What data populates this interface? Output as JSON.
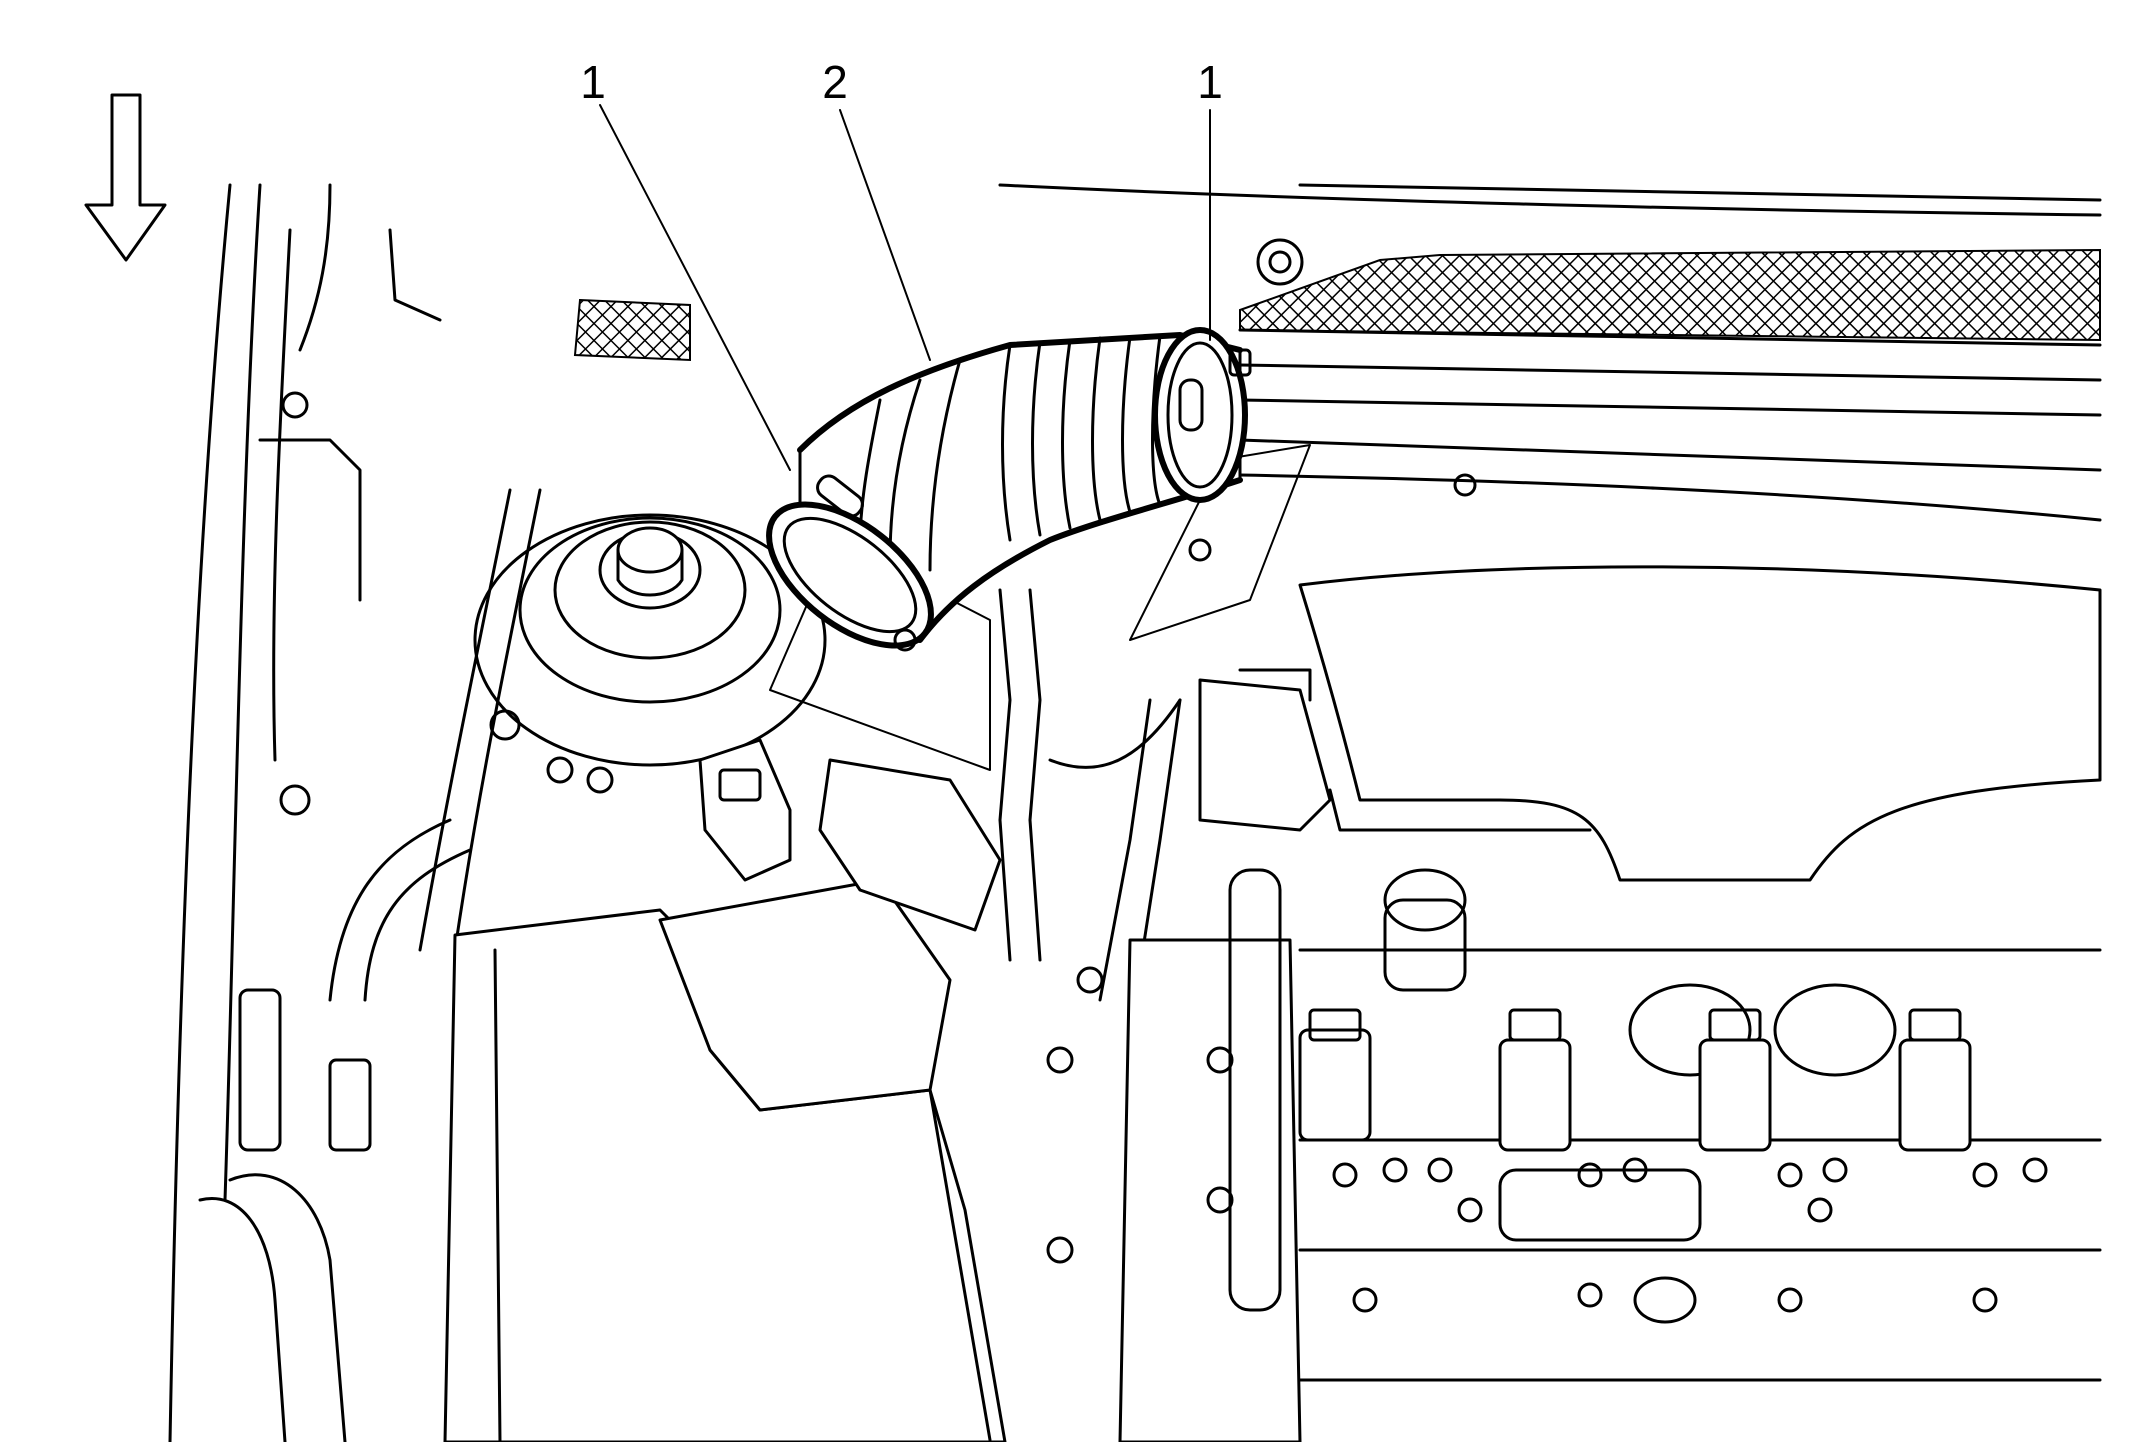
{
  "callouts": [
    {
      "id": "clamp-left",
      "label": "1",
      "refers_to": "hose-clamp"
    },
    {
      "id": "hose",
      "label": "2",
      "refers_to": "air-cleaner-outlet-duct"
    },
    {
      "id": "clamp-right",
      "label": "1",
      "refers_to": "hose-clamp"
    }
  ],
  "icons": {
    "direction": "down-arrow-icon"
  },
  "colors": {
    "line": "#000000",
    "background": "#ffffff"
  }
}
